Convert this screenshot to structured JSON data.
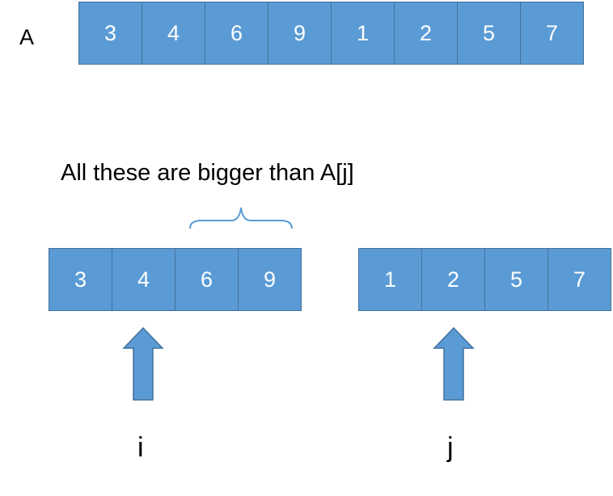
{
  "array_label": "A",
  "full_array": [
    "3",
    "4",
    "6",
    "9",
    "1",
    "2",
    "5",
    "7"
  ],
  "left_half": [
    "3",
    "4",
    "6",
    "9"
  ],
  "right_half": [
    "1",
    "2",
    "5",
    "7"
  ],
  "caption": "All these are bigger than A[j]",
  "pointer_i": "i",
  "pointer_j": "j",
  "colors": {
    "cell_fill": "#5b9bd5",
    "cell_border": "#41719c",
    "brace": "#5b9bd5"
  }
}
